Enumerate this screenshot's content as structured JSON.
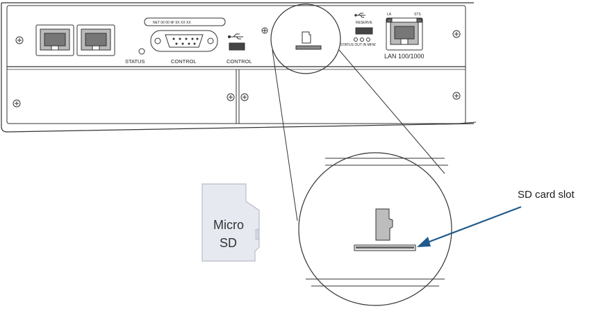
{
  "panel": {
    "mac_label": "NET 00 00 9F 9X XX XX",
    "status_label": "STATUS",
    "console_label": "CONTROL",
    "usb_console_label": "CONTROL",
    "lan_label": "LAN 100/1000",
    "lan_left_tag": "LA",
    "lan_right_tag": "STS",
    "reserve_label": "RESERVE",
    "led_labels": "STATUS  OUT  IN  MFW"
  },
  "card": {
    "line1": "Micro",
    "line2": "SD"
  },
  "callout": {
    "label": "SD card slot",
    "arrow_color": "#1f5a8c"
  },
  "colors": {
    "line": "#333333",
    "card_fill": "#e6e9f0"
  }
}
